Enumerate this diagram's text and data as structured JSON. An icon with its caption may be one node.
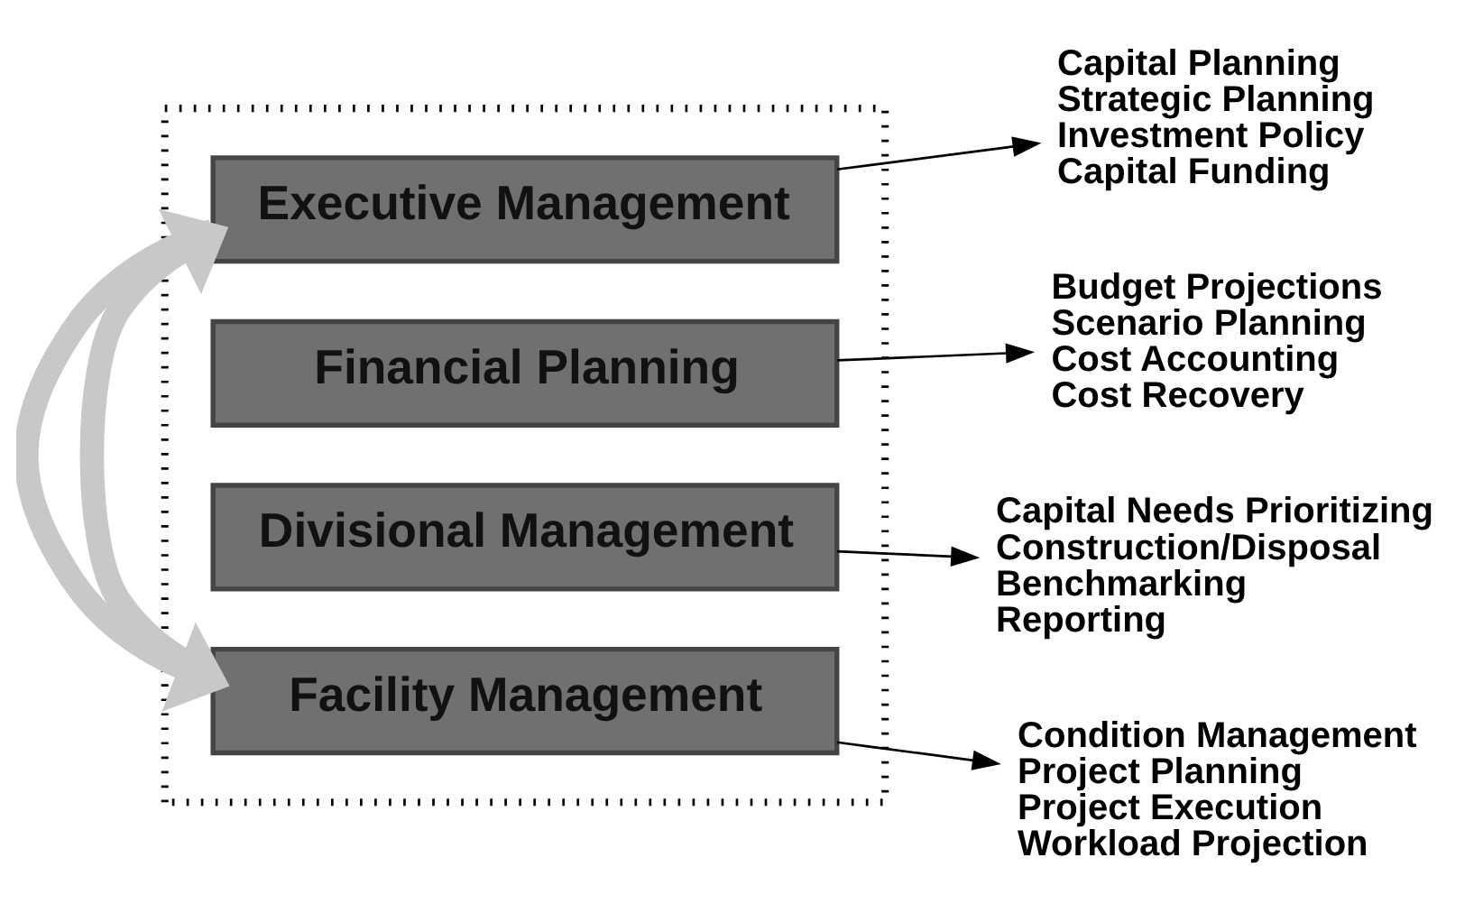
{
  "diagram": {
    "nodes": [
      {
        "text": [],
        "shape": "box"
      },
      {
        "text": [
          "Executive Management"
        ],
        "in": 0
      },
      {
        "text": [
          "Financial Planning"
        ],
        "in": 0
      },
      {
        "text": [
          "Divisional Management"
        ],
        "in": 0
      },
      {
        "text": [
          "Facility Management"
        ],
        "in": 0
      },
      {
        "text": [
          "Capital Planning",
          "Strategic Planning",
          "Investment Policy",
          "Capital Funding"
        ]
      },
      {
        "text": [
          "Budget Projections",
          "Scenario Planning",
          "Cost Accounting",
          "Cost Recovery"
        ]
      },
      {
        "text": [
          "Capital Needs Prioritizing",
          "Construction/Disposal",
          "Benchmarking",
          "Reporting"
        ]
      },
      {
        "text": [
          "Condition Management",
          "Project Planning",
          "Project Execution",
          "Workload Projection"
        ]
      }
    ],
    "edges": [
      {
        "from": 1,
        "to": 5,
        "arrow": "to"
      },
      {
        "from": 2,
        "to": 6,
        "arrow": "to"
      },
      {
        "from": 3,
        "to": 7,
        "arrow": "to"
      },
      {
        "from": 4,
        "to": 8,
        "arrow": "to"
      },
      {
        "from": 4,
        "to": 1,
        "arrow": "to",
        "style": "thick",
        "color": "#c8c8c8"
      },
      {
        "from": 1,
        "to": 4,
        "arrow": "to",
        "style": "thick",
        "color": "#c8c8c8"
      }
    ]
  }
}
